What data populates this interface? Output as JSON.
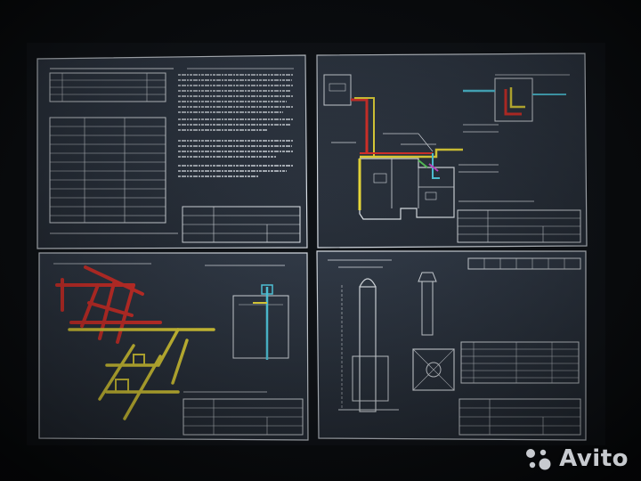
{
  "scene": {
    "description_none": "",
    "colors": {
      "background": "#080a0c",
      "monitor_bezel": "#111417",
      "sheet_bg": "#2c3440",
      "line": "#e8edf2",
      "red": "#e8322a",
      "yellow": "#f3e23a",
      "green": "#5ed35e",
      "cyan": "#56d8ef",
      "magenta": "#d54be0"
    },
    "sheets": [
      {
        "id": "general-notes-sheet"
      },
      {
        "id": "floor-plan-sheet"
      },
      {
        "id": "isometric-scheme-sheet"
      },
      {
        "id": "installation-details-sheet"
      }
    ]
  },
  "watermark": {
    "text": "Avito",
    "icon": "avito-dots-icon"
  }
}
